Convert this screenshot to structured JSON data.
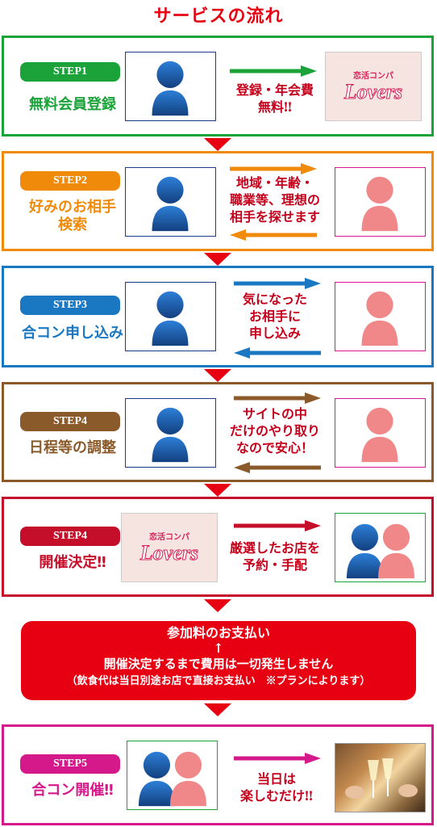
{
  "title": "サービスの流れ",
  "steps": [
    {
      "pill": "STEP1",
      "label": "無料会員登録",
      "message": "登録・年会費\n無料‼",
      "color": "#1ba33a"
    },
    {
      "pill": "STEP2",
      "label": "好みのお相手\n検索",
      "message": "地域・年齢・\n職業等、理想の\n相手を探せます",
      "color": "#f08a0b"
    },
    {
      "pill": "STEP3",
      "label": "合コン申し込み",
      "message": "気になった\nお相手に\n申し込み",
      "color": "#1a78c2"
    },
    {
      "pill": "STEP4",
      "label": "日程等の調整",
      "message": "サイトの中\nだけのやり取り\nなので安心！",
      "color": "#8a5a2b"
    },
    {
      "pill": "STEP4",
      "label": "開催決定‼",
      "message": "厳選したお店を\n予約・手配",
      "color": "#c40e2a"
    },
    {
      "pill": "STEP5",
      "label": "合コン開催‼",
      "message": "当日は\n楽しむだけ‼",
      "color": "#d6198a"
    }
  ],
  "logo": {
    "sub": "恋活コンパ",
    "main": "Lovers"
  },
  "payment": {
    "line1": "参加料のお支払い",
    "arrow": "↑",
    "line2": "開催決定するまで費用は一切発生しません",
    "line3": "（飲食代は当日別途お店で直接お支払い　※プランによります）"
  },
  "colors": {
    "male": "#1e5fb0",
    "female": "#f0888a",
    "accent": "#e60012"
  }
}
